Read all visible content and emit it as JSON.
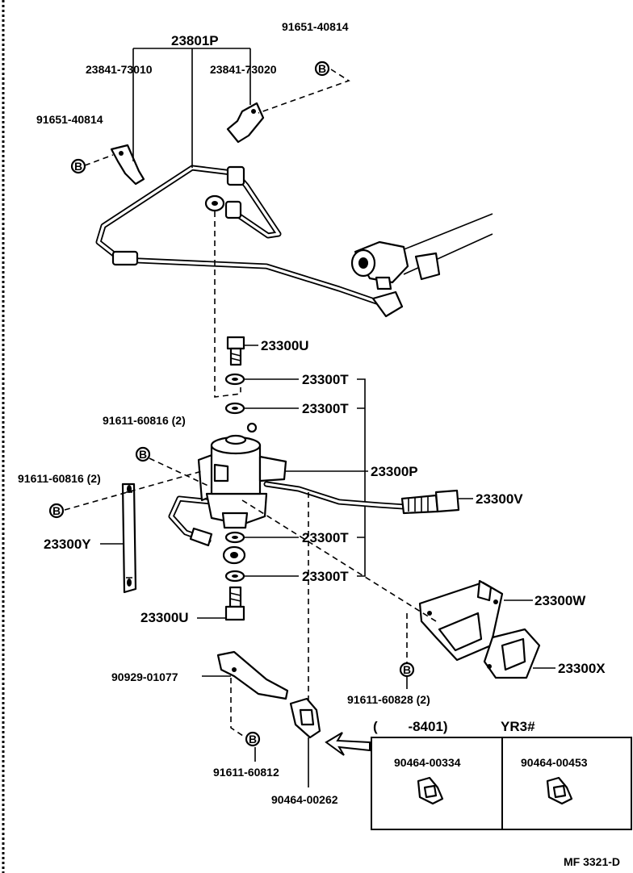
{
  "labels": {
    "p23801P": "23801P",
    "p23841_73010": "23841-73010",
    "p23841_73020": "23841-73020",
    "p91651_top": "91651-40814",
    "p91651_left": "91651-40814",
    "p23300U_top": "23300U",
    "p23300T_1": "23300T",
    "p23300T_2": "23300T",
    "p23300T_3": "23300T",
    "p23300T_4": "23300T",
    "p91611_a": "91611-60816 (2)",
    "p91611_b": "91611-60816 (2)",
    "p23300P": "23300P",
    "p23300V": "23300V",
    "p23300Y": "23300Y",
    "p23300U_bot": "23300U",
    "p23300W": "23300W",
    "p23300X": "23300X",
    "p90929": "90929-01077",
    "p91611_60828": "91611-60828 (2)",
    "p91611_60812": "91611-60812",
    "p90464_00262": "90464-00262"
  },
  "bolt_marker": "B",
  "inset": {
    "left_header": "(        -8401)",
    "right_header": "YR3#",
    "left_part": "90464-00334",
    "right_part": "90464-00453"
  },
  "figure_code": "MF 3321-D"
}
